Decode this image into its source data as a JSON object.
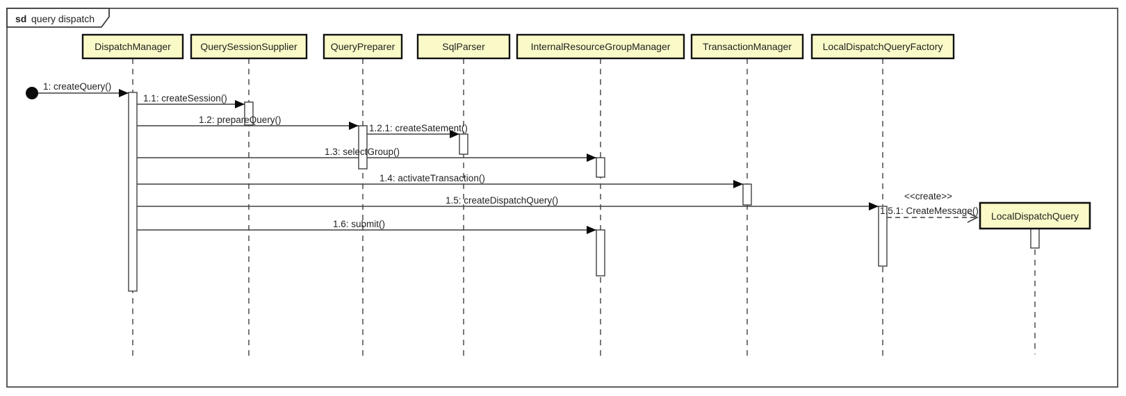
{
  "frame": {
    "keyword": "sd",
    "title": "query dispatch"
  },
  "lifelines": [
    {
      "name": "DispatchManager"
    },
    {
      "name": "QuerySessionSupplier"
    },
    {
      "name": "QueryPreparer"
    },
    {
      "name": "SqlParser"
    },
    {
      "name": "InternalResourceGroupManager"
    },
    {
      "name": "TransactionManager"
    },
    {
      "name": "LocalDispatchQueryFactory"
    }
  ],
  "created_object": {
    "name": "LocalDispatchQuery",
    "stereotype": "<<create>>"
  },
  "messages": [
    {
      "label": "1: createQuery()",
      "from": "found",
      "to": "DispatchManager"
    },
    {
      "label": "1.1: createSession()",
      "from": "DispatchManager",
      "to": "QuerySessionSupplier"
    },
    {
      "label": "1.2: prepareQuery()",
      "from": "DispatchManager",
      "to": "QueryPreparer"
    },
    {
      "label": "1.2.1: createSatement()",
      "from": "QueryPreparer",
      "to": "SqlParser"
    },
    {
      "label": "1.3: selectGroup()",
      "from": "DispatchManager",
      "to": "InternalResourceGroupManager"
    },
    {
      "label": "1.4: activateTransaction()",
      "from": "DispatchManager",
      "to": "TransactionManager"
    },
    {
      "label": "1.5: createDispatchQuery()",
      "from": "DispatchManager",
      "to": "LocalDispatchQueryFactory"
    },
    {
      "label": "1.5.1: CreateMessage()",
      "from": "LocalDispatchQueryFactory",
      "to": "LocalDispatchQuery",
      "stereotype": "<<create>>",
      "style": "dashed-create"
    },
    {
      "label": "1.6: submit()",
      "from": "DispatchManager",
      "to": "InternalResourceGroupManager"
    }
  ],
  "colors": {
    "lifeline_head_fill": "#FAFAC8",
    "line": "#3F3F3F",
    "background": "#FFFFFF"
  }
}
